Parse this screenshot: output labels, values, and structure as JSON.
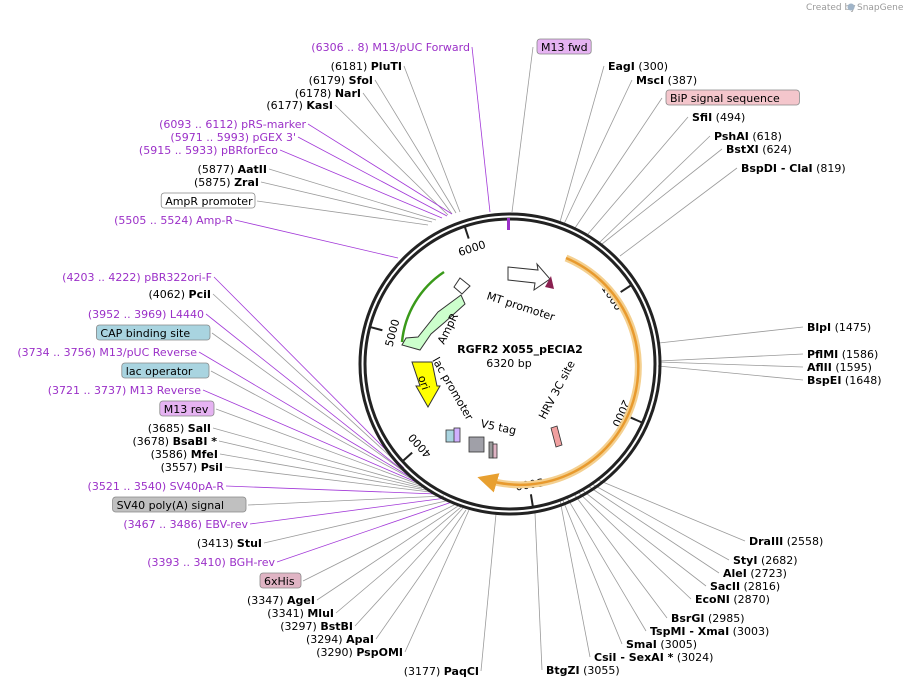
{
  "credit": {
    "prefix": "Created by",
    "brand": "SnapGene"
  },
  "map": {
    "name": "RGFR2 X055_pECIA2",
    "length": "6320 bp",
    "ticks": [
      "1000",
      "2000",
      "3000",
      "4000",
      "5000",
      "6000"
    ]
  },
  "features": [
    {
      "label": "MT promoter",
      "color": "#ffffff"
    },
    {
      "label": "HRV 3C site",
      "color": "#f0a0a0"
    },
    {
      "label": "V5 tag",
      "color": "#9a9a9a"
    },
    {
      "label": "lac promoter",
      "color": "#ffffff"
    },
    {
      "label": "ori",
      "color": "#ffff00"
    },
    {
      "label": "AmpR",
      "color": "#ccffcc"
    }
  ],
  "left_labels": [
    {
      "pos": "(6306 .. 8)",
      "name": "M13/pUC Forward",
      "kind": "primer"
    },
    {
      "pos": "(6181)",
      "name": "PluTI",
      "kind": "enzyme"
    },
    {
      "pos": "(6179)",
      "name": "SfoI",
      "kind": "enzyme"
    },
    {
      "pos": "(6178)",
      "name": "NarI",
      "kind": "enzyme"
    },
    {
      "pos": "(6177)",
      "name": "KasI",
      "kind": "enzyme"
    },
    {
      "pos": "(6093 .. 6112)",
      "name": "pRS-marker",
      "kind": "primer"
    },
    {
      "pos": "(5971 .. 5993)",
      "name": "pGEX 3'",
      "kind": "primer"
    },
    {
      "pos": "(5915 .. 5933)",
      "name": "pBRforEco",
      "kind": "primer"
    },
    {
      "pos": "(5877)",
      "name": "AatII",
      "kind": "enzyme"
    },
    {
      "pos": "(5875)",
      "name": "ZraI",
      "kind": "enzyme"
    },
    {
      "pos": "",
      "name": "AmpR promoter",
      "kind": "box",
      "bg": "#ffffff"
    },
    {
      "pos": "(5505 .. 5524)",
      "name": "Amp-R",
      "kind": "primer"
    },
    {
      "pos": "(4203 .. 4222)",
      "name": "pBR322ori-F",
      "kind": "primer"
    },
    {
      "pos": "(4062)",
      "name": "PciI",
      "kind": "enzyme"
    },
    {
      "pos": "(3952 .. 3969)",
      "name": "L4440",
      "kind": "primer"
    },
    {
      "pos": "",
      "name": "CAP binding site",
      "kind": "box",
      "bg": "#a9d4e0"
    },
    {
      "pos": "(3734 .. 3756)",
      "name": "M13/pUC Reverse",
      "kind": "primer"
    },
    {
      "pos": "",
      "name": "lac operator",
      "kind": "box",
      "bg": "#a9d4e0"
    },
    {
      "pos": "(3721 .. 3737)",
      "name": "M13 Reverse",
      "kind": "primer"
    },
    {
      "pos": "",
      "name": "M13 rev",
      "kind": "box",
      "bg": "#e6b3f2"
    },
    {
      "pos": "(3685)",
      "name": "SalI",
      "kind": "enzyme"
    },
    {
      "pos": "(3678)",
      "name": "BsaBI *",
      "kind": "enzyme"
    },
    {
      "pos": "(3586)",
      "name": "MfeI",
      "kind": "enzyme"
    },
    {
      "pos": "(3557)",
      "name": "PsiI",
      "kind": "enzyme"
    },
    {
      "pos": "(3521 .. 3540)",
      "name": "SV40pA-R",
      "kind": "primer"
    },
    {
      "pos": "",
      "name": "SV40 poly(A) signal",
      "kind": "box",
      "bg": "#c0c0c0"
    },
    {
      "pos": "(3467 .. 3486)",
      "name": "EBV-rev",
      "kind": "primer"
    },
    {
      "pos": "(3413)",
      "name": "StuI",
      "kind": "enzyme"
    },
    {
      "pos": "(3393 .. 3410)",
      "name": "BGH-rev",
      "kind": "primer"
    },
    {
      "pos": "",
      "name": "6xHis",
      "kind": "box",
      "bg": "#e0b4c4"
    },
    {
      "pos": "(3347)",
      "name": "AgeI",
      "kind": "enzyme"
    },
    {
      "pos": "(3341)",
      "name": "MluI",
      "kind": "enzyme"
    },
    {
      "pos": "(3297)",
      "name": "BstBI",
      "kind": "enzyme"
    },
    {
      "pos": "(3294)",
      "name": "ApaI",
      "kind": "enzyme"
    },
    {
      "pos": "(3290)",
      "name": "PspOMI",
      "kind": "enzyme"
    },
    {
      "pos": "(3177)",
      "name": "PaqCI",
      "kind": "enzyme"
    }
  ],
  "right_labels": [
    {
      "pos": "",
      "name": "M13 fwd",
      "kind": "box",
      "bg": "#e6b3f2"
    },
    {
      "pos": "(300)",
      "name": "EagI",
      "kind": "enzyme"
    },
    {
      "pos": "(387)",
      "name": "MscI",
      "kind": "enzyme"
    },
    {
      "pos": "",
      "name": "BiP signal sequence",
      "kind": "box",
      "bg": "#f4c6cc"
    },
    {
      "pos": "(494)",
      "name": "SfiI",
      "kind": "enzyme"
    },
    {
      "pos": "(618)",
      "name": "PshAI",
      "kind": "enzyme"
    },
    {
      "pos": "(624)",
      "name": "BstXI",
      "kind": "enzyme"
    },
    {
      "pos": "(819)",
      "name": "BspDI - ClaI",
      "kind": "enzyme"
    },
    {
      "pos": "(1475)",
      "name": "BlpI",
      "kind": "enzyme"
    },
    {
      "pos": "(1586)",
      "name": "PflMI",
      "kind": "enzyme"
    },
    {
      "pos": "(1595)",
      "name": "AflII",
      "kind": "enzyme"
    },
    {
      "pos": "(1648)",
      "name": "BspEI",
      "kind": "enzyme"
    },
    {
      "pos": "(2558)",
      "name": "DraIII",
      "kind": "enzyme"
    },
    {
      "pos": "(2682)",
      "name": "StyI",
      "kind": "enzyme"
    },
    {
      "pos": "(2723)",
      "name": "AleI",
      "kind": "enzyme"
    },
    {
      "pos": "(2816)",
      "name": "SacII",
      "kind": "enzyme"
    },
    {
      "pos": "(2870)",
      "name": "EcoNI",
      "kind": "enzyme"
    },
    {
      "pos": "(2985)",
      "name": "BsrGI",
      "kind": "enzyme"
    },
    {
      "pos": "(3003)",
      "name": "TspMI - XmaI",
      "kind": "enzyme"
    },
    {
      "pos": "(3005)",
      "name": "SmaI",
      "kind": "enzyme"
    },
    {
      "pos": "(3024)",
      "name": "CsiI - SexAI *",
      "kind": "enzyme"
    },
    {
      "pos": "(3055)",
      "name": "BtgZI",
      "kind": "enzyme"
    }
  ]
}
